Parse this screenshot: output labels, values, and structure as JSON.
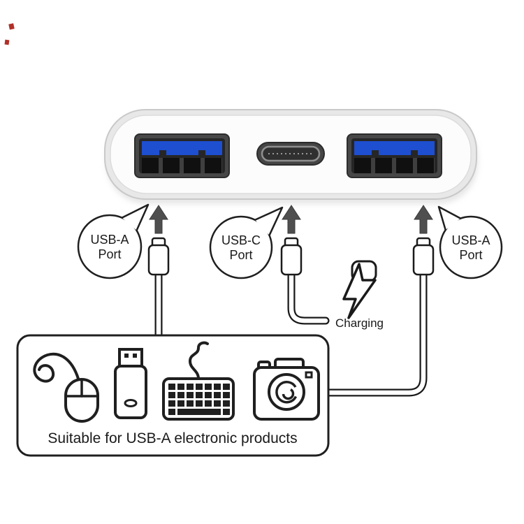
{
  "colors": {
    "line": "#1a1a1a",
    "usb_blue": "#1e4fd0",
    "port_shell": "#474747",
    "port_opening": "#262626",
    "arrow_gray": "#4f4f4f",
    "hub_rim": "#e8e8e8",
    "hub_face": "#fcfcfc"
  },
  "hub": {
    "ports": [
      {
        "type": "USB-A"
      },
      {
        "type": "USB-C"
      },
      {
        "type": "USB-A"
      }
    ]
  },
  "callouts": [
    {
      "line1": "USB-A",
      "line2": "Port"
    },
    {
      "line1": "USB-C",
      "line2": "Port"
    },
    {
      "line1": "USB-A",
      "line2": "Port"
    }
  ],
  "charging": {
    "label": "Charging"
  },
  "products_box": {
    "caption": "Suitable for USB-A electronic products",
    "icons": [
      "mouse",
      "usb-flash-drive",
      "keyboard",
      "camera"
    ]
  }
}
